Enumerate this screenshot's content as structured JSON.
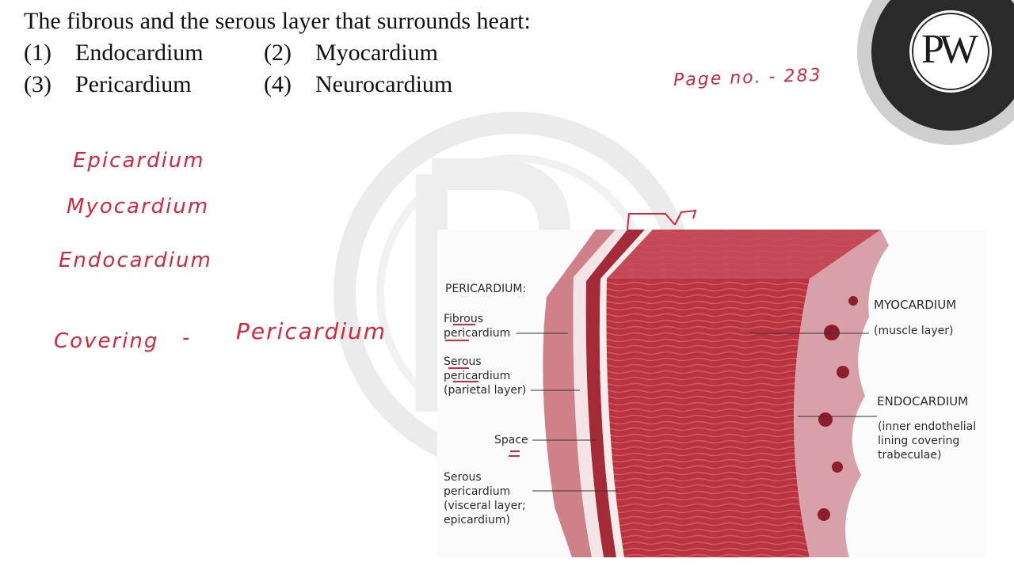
{
  "question": {
    "text": "The fibrous and the serous layer that surrounds heart:",
    "options": [
      {
        "num": "(1)",
        "label": "Endocardium"
      },
      {
        "num": "(2)",
        "label": "Myocardium"
      },
      {
        "num": "(3)",
        "label": "Pericardium"
      },
      {
        "num": "(4)",
        "label": "Neurocardium"
      }
    ]
  },
  "handwritten": {
    "page_ref": "Page no. - 283",
    "notes": [
      "Epicardium",
      "Myocardium",
      "Endocardium"
    ],
    "covering_label": "Covering",
    "covering_dash": "-",
    "covering_value": "Pericardium"
  },
  "logo": {
    "letters": "PW",
    "color": "#2a2a2a"
  },
  "diagram": {
    "pericardium_heading": "PERICARDIUM:",
    "fibrous": [
      "Fibrous",
      "pericardium"
    ],
    "serous_parietal": [
      "Serous",
      "pericardium",
      "(parietal layer)"
    ],
    "space": "Space",
    "serous_visceral": [
      "Serous",
      "pericardium",
      "(visceral layer;",
      "epicardium)"
    ],
    "myocardium": [
      "MYOCARDIUM",
      "(muscle layer)"
    ],
    "endocardium": [
      "ENDOCARDIUM",
      "(inner endothelial",
      "lining covering",
      "trabeculae)"
    ],
    "tissue_color": "#b8323f",
    "ink_color": "#d8263d"
  }
}
